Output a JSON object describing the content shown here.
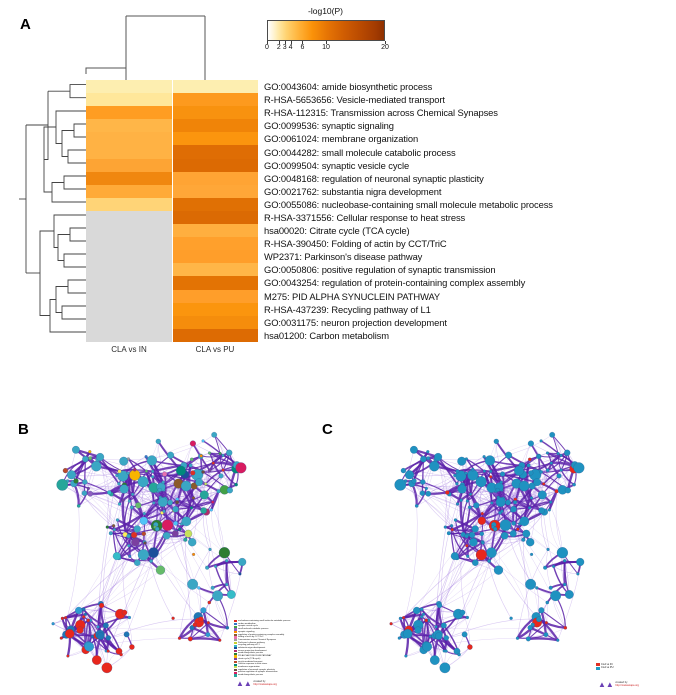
{
  "figure": {
    "panels": [
      {
        "id": "A",
        "letter": "A",
        "type": "heatmap"
      },
      {
        "id": "B",
        "letter": "B",
        "type": "network"
      },
      {
        "id": "C",
        "letter": "C",
        "type": "network"
      }
    ]
  },
  "panel_a": {
    "letter": "A",
    "colorbar": {
      "title": "-log10(P)",
      "ticks": [
        0,
        2,
        3,
        4,
        6,
        10,
        20
      ],
      "tick_labels": [
        "0",
        "2",
        "3",
        "4",
        "6",
        "10",
        "20"
      ],
      "min": 0,
      "max": 20,
      "low_color": "#ffffff",
      "mid_color": "#fb9209",
      "high_color": "#8f3000"
    },
    "columns": [
      "CLA vs IN",
      "CLA vs PU"
    ],
    "missing_color": "#d9d9d9",
    "terms": [
      "GO:0043604: amide biosynthetic process",
      "R-HSA-5653656: Vesicle-mediated transport",
      "R-HSA-112315: Transmission across Chemical Synapses",
      "GO:0099536: synaptic signaling",
      "GO:0061024: membrane organization",
      "GO:0044282: small molecule catabolic process",
      "GO:0099504: synaptic vesicle cycle",
      "GO:0048168: regulation of neuronal synaptic plasticity",
      "GO:0021762: substantia nigra development",
      "GO:0055086: nucleobase-containing small molecule metabolic process",
      "R-HSA-3371556: Cellular response to heat stress",
      "hsa00020: Citrate cycle (TCA cycle)",
      "R-HSA-390450: Folding of actin by CCT/TriC",
      "WP2371: Parkinson's disease pathway",
      "GO:0050806: positive regulation of synaptic transmission",
      "GO:0043254: regulation of protein-containing complex assembly",
      "M275: PID ALPHA SYNUCLEIN PATHWAY",
      "R-HSA-437239: Recycling pathway of L1",
      "GO:0031175: neuron projection development",
      "hsa01200: Carbon metabolism"
    ]
  },
  "chart_data": {
    "type": "heatmap",
    "title": "",
    "xlabel": "",
    "ylabel": "",
    "colorbar_label": "-log10(P)",
    "colorbar_ticks": [
      0,
      2,
      3,
      4,
      6,
      10,
      20
    ],
    "zlim": [
      0,
      20
    ],
    "categories": [
      "CLA vs IN",
      "CLA vs PU"
    ],
    "rows": [
      "GO:0043604: amide biosynthetic process",
      "R-HSA-5653656: Vesicle-mediated transport",
      "R-HSA-112315: Transmission across Chemical Synapses",
      "GO:0099536: synaptic signaling",
      "GO:0061024: membrane organization",
      "GO:0044282: small molecule catabolic process",
      "GO:0099504: synaptic vesicle cycle",
      "GO:0048168: regulation of neuronal synaptic plasticity",
      "GO:0021762: substantia nigra development",
      "GO:0055086: nucleobase-containing small molecule metabolic process",
      "R-HSA-3371556: Cellular response to heat stress",
      "hsa00020: Citrate cycle (TCA cycle)",
      "R-HSA-390450: Folding of actin by CCT/TriC",
      "WP2371: Parkinson's disease pathway",
      "GO:0050806: positive regulation of synaptic transmission",
      "GO:0043254: regulation of protein-containing complex assembly",
      "M275: PID ALPHA SYNUCLEIN PATHWAY",
      "R-HSA-437239: Recycling pathway of L1",
      "GO:0031175: neuron projection development",
      "hsa01200: Carbon metabolism"
    ],
    "series": [
      {
        "name": "CLA vs IN",
        "values": [
          2.2,
          2.6,
          5.0,
          4.3,
          4.4,
          4.4,
          5.4,
          6.2,
          4.5,
          3.0,
          null,
          null,
          null,
          null,
          null,
          null,
          null,
          null,
          null,
          null
        ],
        "colors": [
          "#fdeeb0",
          "#ffe79a",
          "#ff9d22",
          "#ffb648",
          "#ffb244",
          "#ffb244",
          "#fda434",
          "#f0870f",
          "#ffaa38",
          "#ffd477",
          "#d9d9d9",
          "#d9d9d9",
          "#d9d9d9",
          "#d9d9d9",
          "#d9d9d9",
          "#d9d9d9",
          "#d9d9d9",
          "#d9d9d9",
          "#d9d9d9",
          "#d9d9d9"
        ]
      },
      {
        "name": "CLA vs PU",
        "values": [
          2.2,
          6.3,
          6.0,
          7.2,
          6.1,
          9.5,
          9.8,
          5.5,
          5.4,
          9.0,
          5.3,
          4.6,
          5.6,
          5.6,
          4.3,
          8.6,
          5.6,
          6.1,
          6.5,
          9.3
        ],
        "colors": [
          "#fdeeb0",
          "#fd9a1e",
          "#f8920f",
          "#f08408",
          "#fb950e",
          "#df6d04",
          "#dc6a03",
          "#ffa434",
          "#ffa738",
          "#e07004",
          "#db6a03",
          "#ffaf3f",
          "#ffa02c",
          "#ff9e2a",
          "#ffb648",
          "#e37304",
          "#ff9e2a",
          "#fb950e",
          "#f58d0c",
          "#dd6b03"
        ]
      }
    ],
    "column_dendrogram": true,
    "row_dendrogram": true
  },
  "panel_b": {
    "letter": "B",
    "legend_title": "",
    "legend_items": [
      {
        "label": "nucleobase-containing small molecule metabolic process",
        "color": "#e03024"
      },
      {
        "label": "carbon metabolism",
        "color": "#3478c8"
      },
      {
        "label": "synaptic vesicle cycle",
        "color": "#43a047"
      },
      {
        "label": "small molecule catabolic process",
        "color": "#8e5fc0"
      },
      {
        "label": "synaptic signaling",
        "color": "#ff8c00"
      },
      {
        "label": "regulation of protein-containing complex assembly",
        "color": "#8b5a2b"
      },
      {
        "label": "folding of actin by CCT/TriC",
        "color": "#e870b0"
      },
      {
        "label": "Transmission across Chemical Synapses",
        "color": "#9e9e9e"
      },
      {
        "label": "Parkinson's disease pathway",
        "color": "#c8d030"
      },
      {
        "label": "recycling pathway of L1",
        "color": "#35bcc8"
      },
      {
        "label": "substantia nigra development",
        "color": "#1d4f9b"
      },
      {
        "label": "neuron projection development",
        "color": "#b02c6a"
      },
      {
        "label": "amide biosynthetic process",
        "color": "#2e7d32"
      },
      {
        "label": "PID ALPHA SYNUCLEIN PATHWAY",
        "color": "#f7b500"
      },
      {
        "label": "citrate cycle (TCA cycle)",
        "color": "#7b3fa0"
      },
      {
        "label": "vesicle-mediated transport",
        "color": "#bb4a2a"
      },
      {
        "label": "Cellular response to heat stress",
        "color": "#00897b"
      },
      {
        "label": "membrane organization",
        "color": "#c6e05a"
      },
      {
        "label": "regulation of neuronal synaptic plasticity",
        "color": "#6d4c41"
      },
      {
        "label": "positive regulation of synaptic transmission",
        "color": "#d81b60"
      },
      {
        "label": "amide biosynthetic process",
        "color": "#26a69a"
      }
    ],
    "credit_by": "created by",
    "credit_url": "http://metascape.org"
  },
  "panel_c": {
    "letter": "C",
    "legend_items": [
      {
        "label": "CLA vs IN",
        "color": "#e03024"
      },
      {
        "label": "CLA vs PU",
        "color": "#1f9bc4"
      }
    ],
    "credit_by": "created by",
    "credit_url": "http://metascape.org"
  }
}
